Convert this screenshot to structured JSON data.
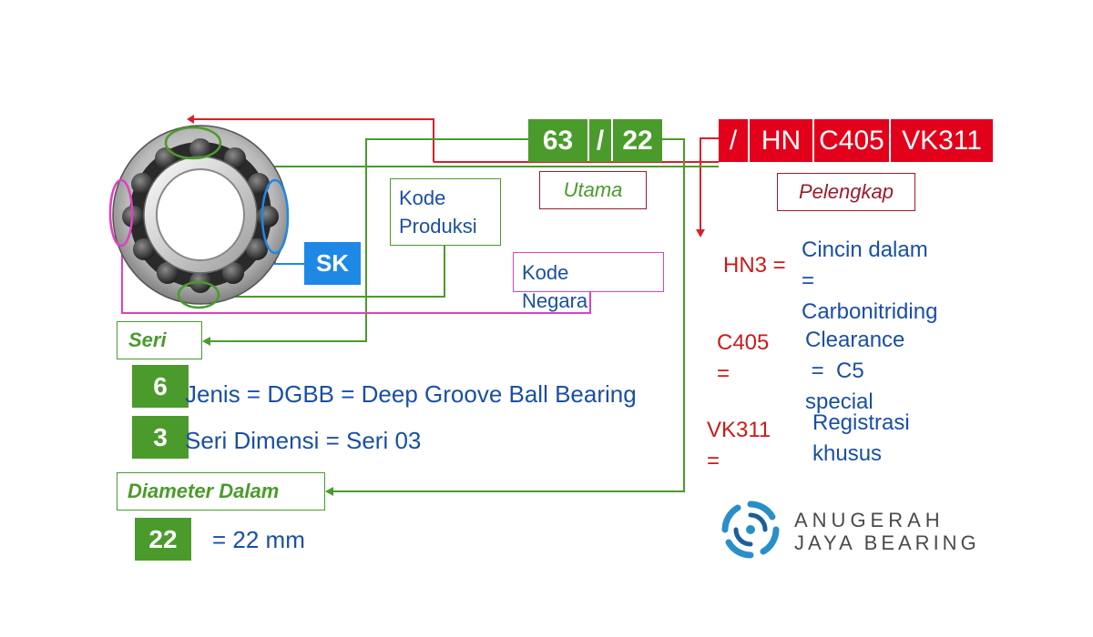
{
  "code": {
    "series": "63",
    "slash": "/",
    "bore": "22",
    "suffix_slash": "/",
    "suffix_hn": "HN",
    "suffix_c405": "C405",
    "suffix_vk311": "VK311"
  },
  "labels": {
    "utama": "Utama",
    "pelengkap": "Pelengkap",
    "kode_produksi": "Kode\nProduksi",
    "kode_negara": "Kode\nNegara",
    "sk": "SK",
    "seri": "Seri",
    "diameter_dalam": "Diameter Dalam"
  },
  "seri_rows": [
    {
      "badge": "6",
      "text": "Jenis = DGBB = Deep Groove Ball Bearing"
    },
    {
      "badge": "3",
      "text": "Seri Dimensi = Seri 03"
    }
  ],
  "diameter": {
    "badge": "22",
    "text": "= 22 mm"
  },
  "suffix_notes": [
    {
      "code": "HN3 =",
      "desc": "Cincin dalam\n=\nCarbonitriding"
    },
    {
      "code": "C405\n=",
      "desc": "Clearance\n =  C5\nspecial"
    },
    {
      "code": "VK311\n=",
      "desc": "Registrasi\nkhusus"
    }
  ],
  "logo": {
    "line1": "ANUGERAH",
    "line2": "JAYA BEARING"
  },
  "colors": {
    "green": "#4a9b2c",
    "red": "#e3001b",
    "blue_text": "#1a4fa3",
    "magenta": "#e040c0",
    "sk_blue": "#1e88e5",
    "logo_teal": "#2a8fc9"
  }
}
